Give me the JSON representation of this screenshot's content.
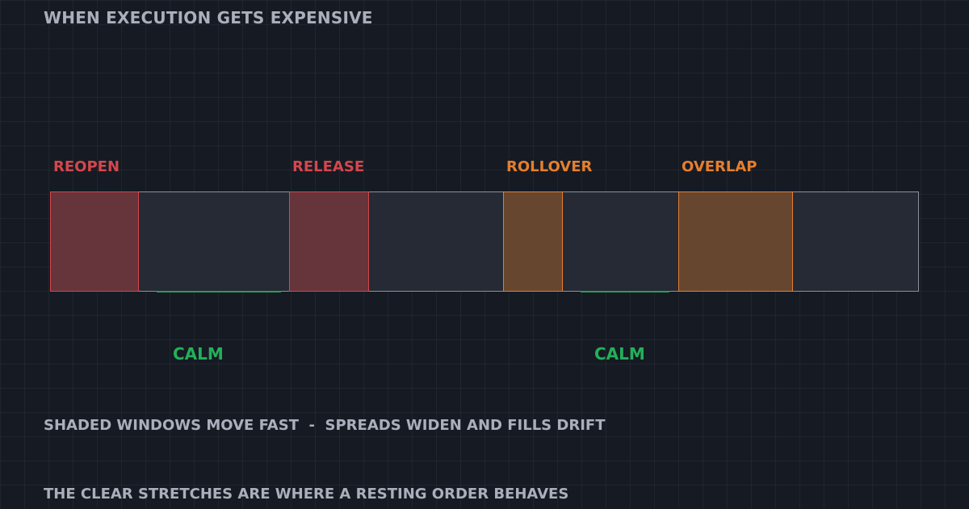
{
  "title": "WHEN EXECUTION GETS EXPENSIVE",
  "colors": {
    "background": "#161a23",
    "window_red": "#d4474c",
    "window_orange": "#e57f2e",
    "calm_green": "#23b059",
    "text_muted": "#aab0bb"
  },
  "windows": [
    {
      "label": "REOPEN",
      "color": "#d4474c"
    },
    {
      "label": "RELEASE",
      "color": "#d4474c"
    },
    {
      "label": "ROLLOVER",
      "color": "#e57f2e"
    },
    {
      "label": "OVERLAP",
      "color": "#e57f2e"
    }
  ],
  "calm": [
    {
      "label": "CALM"
    },
    {
      "label": "CALM"
    }
  ],
  "notes": [
    "SHADED WINDOWS MOVE FAST  -  SPREADS WIDEN AND FILLS DRIFT",
    "THE CLEAR STRETCHES ARE WHERE A RESTING ORDER BEHAVES"
  ]
}
